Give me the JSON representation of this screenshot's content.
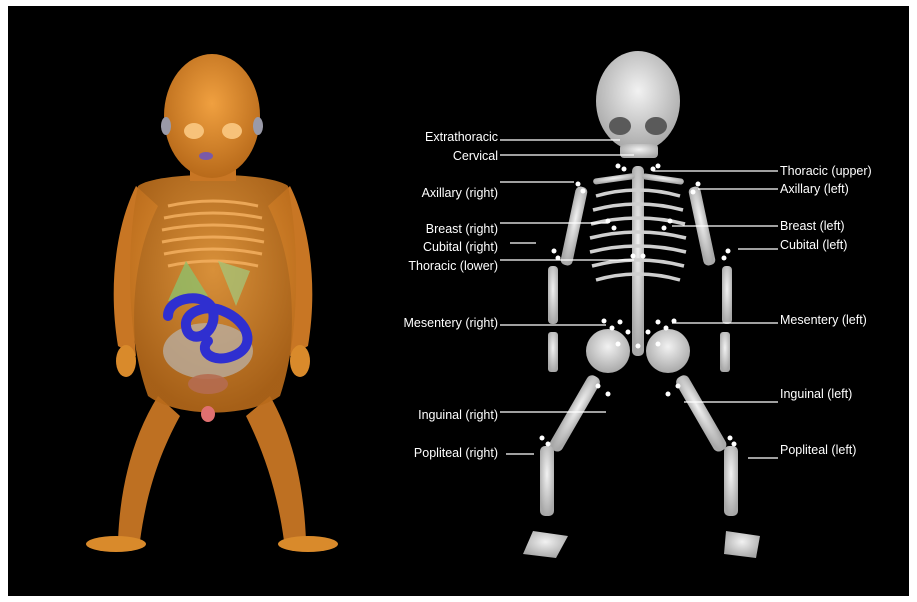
{
  "figure": {
    "background": "#000000",
    "colors": {
      "body": "#d98a2b",
      "skeleton": "#d9d9d9",
      "lymph_node": "#ffffff",
      "intestine": "#3a3ad6",
      "leader_line": "#ffffff",
      "label_text": "#ffffff"
    },
    "left_panel": {
      "subject": "phantom-body-with-organs"
    },
    "right_panel": {
      "subject": "skeleton-with-lymph-nodes"
    }
  },
  "labels": {
    "extrathoracic": "Extrathoracic",
    "cervical": "Cervical",
    "thoracic_upper": "Thoracic (upper)",
    "axillary_right": "Axillary (right)",
    "axillary_left": "Axillary (left)",
    "breast_right": "Breast (right)",
    "breast_left": "Breast (left)",
    "cubital_right": "Cubital (right)",
    "cubital_left": "Cubital (left)",
    "thoracic_lower": "Thoracic (lower)",
    "mesentery_right": "Mesentery (right)",
    "mesentery_left": "Mesentery (left)",
    "inguinal_right": "Inguinal (right)",
    "inguinal_left": "Inguinal (left)",
    "popliteal_right": "Popliteal (right)",
    "popliteal_left": "Popliteal (left)"
  }
}
